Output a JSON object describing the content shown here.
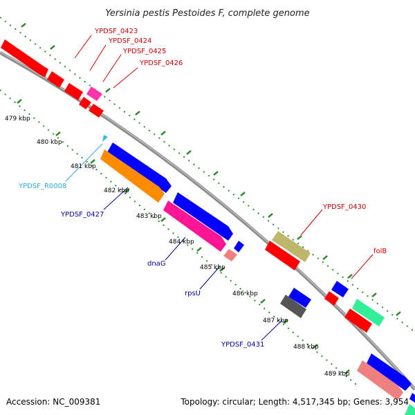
{
  "title": "Yersinia pestis Pestoides F, complete genome",
  "accession": "Accession: NC_009381",
  "topology": "Topology: circular; Length: 4,517,345 bp; Genes: 3,954",
  "ticks": [
    {
      "label": "479 kbp"
    },
    {
      "label": "480 kbp"
    },
    {
      "label": "481 kbp"
    },
    {
      "label": "482 kbp"
    },
    {
      "label": "483 kbp"
    },
    {
      "label": "484 kbp"
    },
    {
      "label": "485 kbp"
    },
    {
      "label": "486 kbp"
    },
    {
      "label": "487 kbp"
    },
    {
      "label": "488 kbp"
    },
    {
      "label": "489 kbp"
    }
  ],
  "gene_labels": [
    {
      "text": "YPDSF_0423",
      "color": "#cc0000"
    },
    {
      "text": "YPDSF_0424",
      "color": "#cc0000"
    },
    {
      "text": "YPDSF_0425",
      "color": "#cc0000"
    },
    {
      "text": "YPDSF_0426",
      "color": "#cc0000"
    },
    {
      "text": "YPDSF_R0008",
      "color": "#33aadd"
    },
    {
      "text": "YPDSF_0427",
      "color": "#000099"
    },
    {
      "text": "dnaG",
      "color": "#000099"
    },
    {
      "text": "rpsU",
      "color": "#000099"
    },
    {
      "text": "YPDSF_0431",
      "color": "#000099"
    },
    {
      "text": "YPDSF_0430",
      "color": "#cc0000"
    },
    {
      "text": "folB",
      "color": "#cc0000"
    }
  ],
  "colors": {
    "backbone": "#8c8c8c",
    "tick_dots": "#2e8b2e",
    "red": "#ff0000",
    "blue": "#0000ff",
    "orange": "#ff8c00",
    "magenta": "#ff33aa",
    "hotpink": "#ff1493",
    "salmon": "#f08080",
    "olive": "#bdb76b",
    "gray": "#555555",
    "teal": "#33ee99",
    "cyan": "#33bbee"
  }
}
